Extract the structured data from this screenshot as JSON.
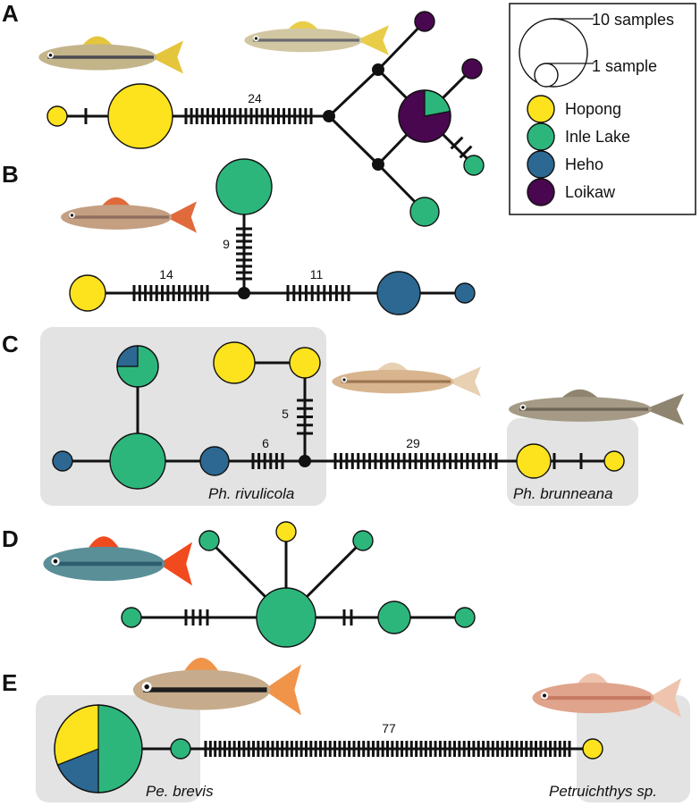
{
  "panels": [
    {
      "label": "A"
    },
    {
      "label": "B"
    },
    {
      "label": "C",
      "groups": [
        "Ph. rivulicola",
        "Ph. brunneana"
      ]
    },
    {
      "label": "D"
    },
    {
      "label": "E",
      "groups": [
        "Pe. brevis",
        "Petruichthys sp."
      ]
    }
  ],
  "mutation_counts": {
    "a_main": "24",
    "b_left": "14",
    "b_right": "11",
    "b_up": "9",
    "c_up": "5",
    "c_left": "6",
    "c_long": "29",
    "e_long": "77"
  },
  "legend": {
    "size_large": "10 samples",
    "size_small": "1 sample",
    "populations": [
      {
        "name": "Hopong",
        "color": "#fde21e"
      },
      {
        "name": "Inle Lake",
        "color": "#2db67c"
      },
      {
        "name": "Heho",
        "color": "#2c6892"
      },
      {
        "name": "Loikaw",
        "color": "#48074e"
      }
    ]
  },
  "colors": {
    "hopong": "#fde21e",
    "inle": "#2db67c",
    "heho": "#2c6892",
    "loikaw": "#48074e",
    "group_shade": "#e3e3e3"
  }
}
